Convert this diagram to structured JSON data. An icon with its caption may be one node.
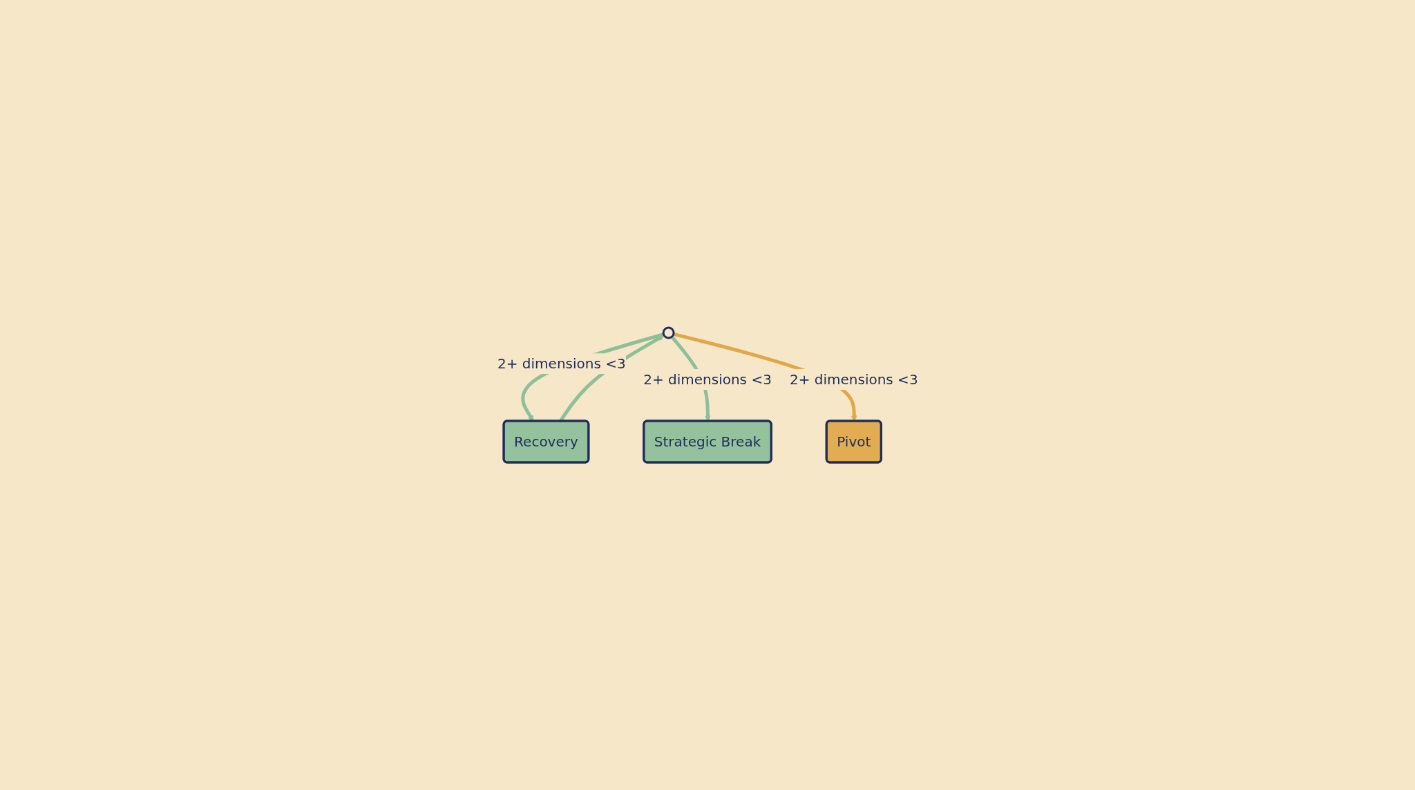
{
  "diagram": {
    "nodes": [
      {
        "text": [],
        "shape": "circle"
      },
      {
        "text": [
          "Pivot"
        ]
      },
      {
        "text": [
          "Recovery"
        ]
      },
      {
        "text": [
          "Strategic Break"
        ]
      }
    ],
    "edges": [
      {
        "from": 2,
        "to": 0,
        "arrow": "to"
      },
      {
        "from": 0,
        "to": 2,
        "label": "2+ dimensions <3",
        "arrow": "to"
      },
      {
        "from": 0,
        "to": 3,
        "label": "2+ dimensions <3",
        "arrow": "to"
      },
      {
        "from": 0,
        "to": 1,
        "label": "2+ dimensions <3",
        "arrow": "to",
        "color": "#e0a848"
      }
    ]
  }
}
